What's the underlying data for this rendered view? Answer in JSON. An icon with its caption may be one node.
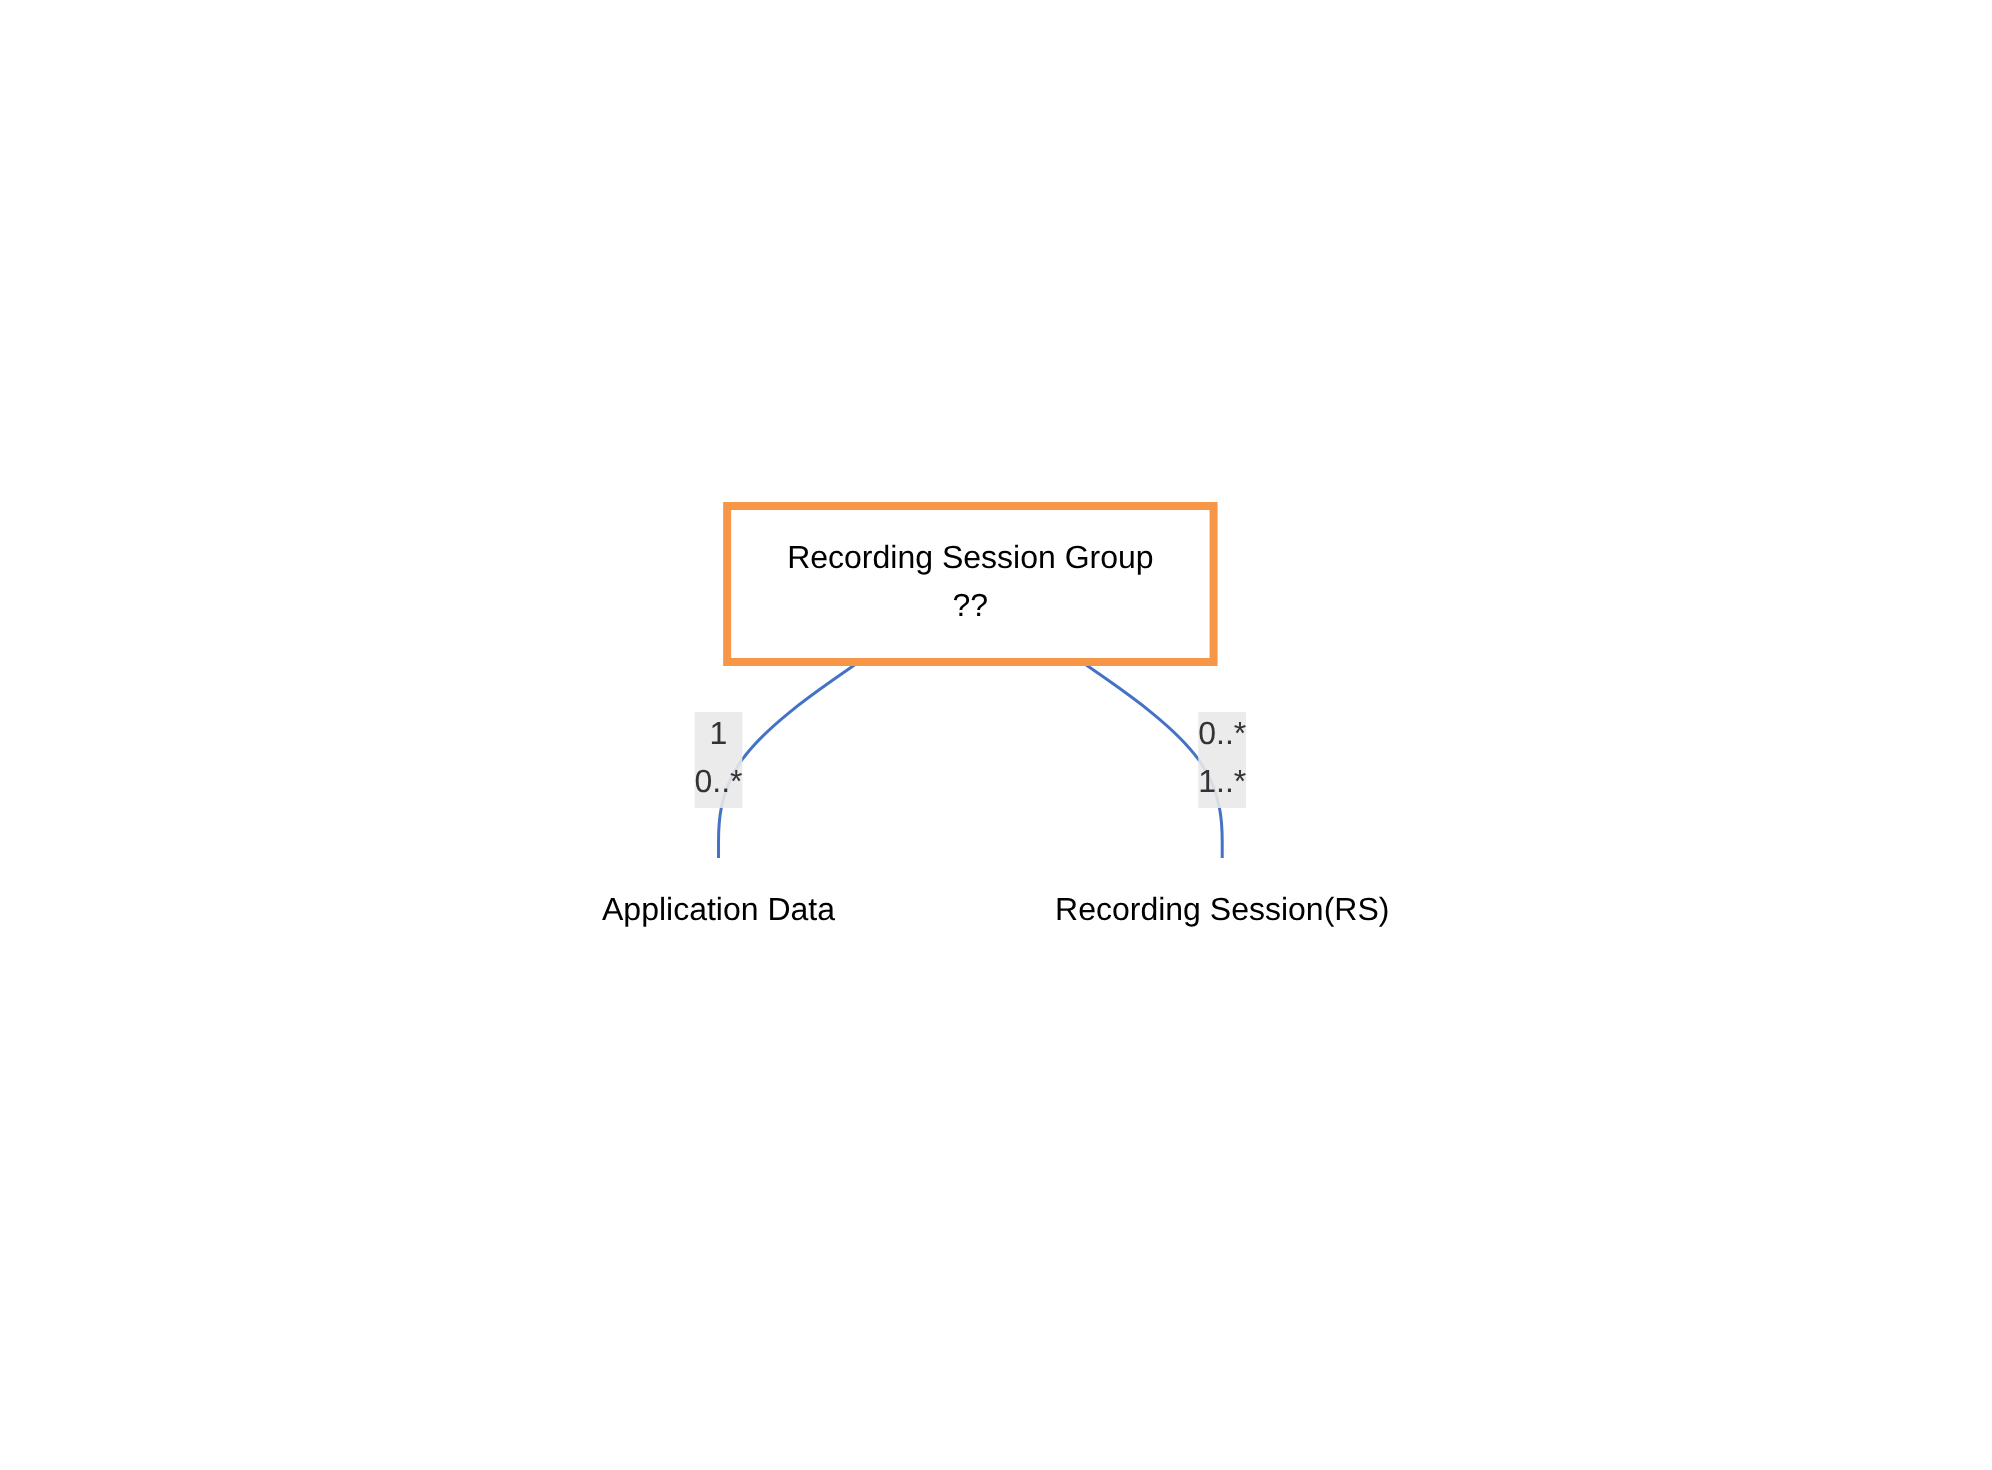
{
  "diagram": {
    "nodes": [
      {
        "text": [
          "Recording Session Group",
          "??"
        ]
      },
      {
        "text": [
          "Application Data"
        ]
      },
      {
        "text": [
          "Recording Session(RS)"
        ]
      }
    ],
    "edges": [
      {
        "from": 0,
        "to": 1,
        "arrow": "none"
      },
      {
        "from": 0,
        "to": 2,
        "arrow": "none"
      }
    ],
    "labels": [
      "1",
      "0..*",
      "0..*",
      "1..*"
    ]
  }
}
